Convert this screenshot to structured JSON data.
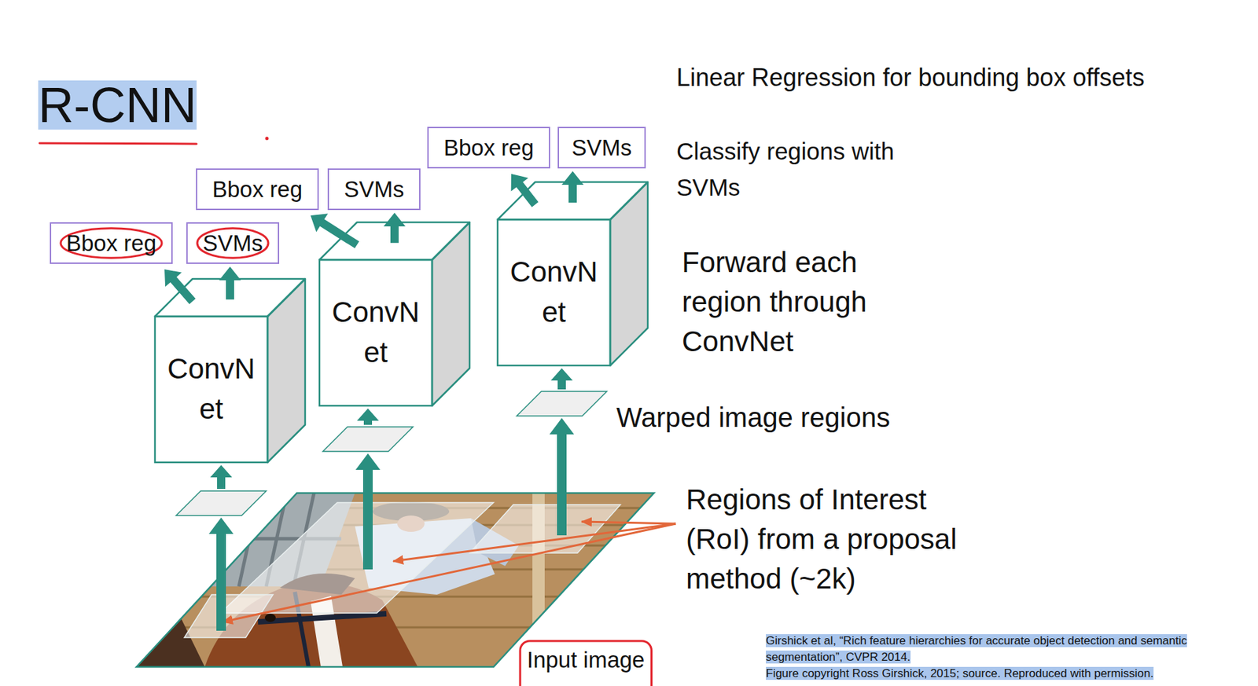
{
  "diagram": {
    "title": "R-CNN",
    "nodes": [
      {
        "text": [
          "Bbox reg"
        ]
      },
      {
        "text": [
          "SVMs"
        ]
      },
      {
        "text": [
          "ConvN et"
        ]
      },
      {
        "text": [
          "Bbox reg"
        ]
      },
      {
        "text": [
          "SVMs"
        ]
      },
      {
        "text": [
          "ConvN et"
        ]
      },
      {
        "text": [
          "Bbox reg"
        ]
      },
      {
        "text": [
          "SVMs"
        ]
      },
      {
        "text": [
          "ConvN et"
        ]
      }
    ],
    "edges": [
      {
        "from": 2,
        "to": 0,
        "arrow": "to"
      },
      {
        "from": 2,
        "to": 1,
        "arrow": "to"
      },
      {
        "from": 5,
        "to": 3,
        "arrow": "to"
      },
      {
        "from": 5,
        "to": 4,
        "arrow": "to"
      },
      {
        "from": 8,
        "to": 6,
        "arrow": "to"
      },
      {
        "from": 8,
        "to": 7,
        "arrow": "to"
      }
    ],
    "labels": [
      "Linear Regression for bounding box offsets",
      "Classify regions with SVMs",
      "Forward each region through ConvNet",
      "Warped image regions",
      "Regions of Interest (RoI) from a proposal method (~2k)",
      "Input image",
      "Girshick et al, “Rich feature hierarchies for accurate object detection and semantic segmentation”, CVPR 2014.",
      "Figure copyright Ross Girshick, 2015; source. Reproduced with permission."
    ]
  }
}
